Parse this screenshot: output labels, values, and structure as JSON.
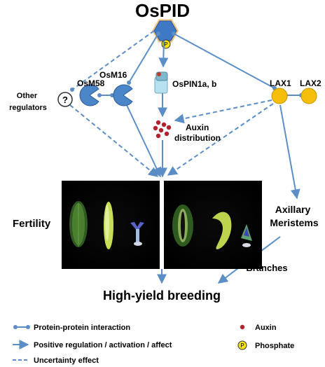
{
  "title": "OsPID",
  "symbols": {
    "phosphate": "P"
  },
  "nodes": {
    "other_regulators_symbol": "?",
    "other_regulators_line1": "Other",
    "other_regulators_line2": "regulators",
    "osm58": "OsM58",
    "osm16": "OsM16",
    "ospin": "OsPIN1a, b",
    "auxin_line1": "Auxin",
    "auxin_line2": "distribution",
    "lax1": "LAX1",
    "lax2": "LAX2"
  },
  "labels": {
    "fertility": "Fertility",
    "axillary_line1": "Axillary",
    "axillary_line2": "Meristems",
    "branches": "Branches",
    "high_yield": "High-yield breeding"
  },
  "legend": {
    "ppi": "Protein-protein interaction",
    "positive": "Positive regulation / activation / affect",
    "uncertainty": "Uncertainty effect",
    "auxin": "Auxin",
    "phosphate": "Phosphate"
  },
  "colors": {
    "edge_blue": "#5b8ec7",
    "node_blue": "#4a86c8",
    "lax_yellow": "#f5bf0c",
    "auxin_red": "#b3232d",
    "phosphate_yellow": "#f7e600",
    "hexagon_halo": "#f4c27a"
  }
}
